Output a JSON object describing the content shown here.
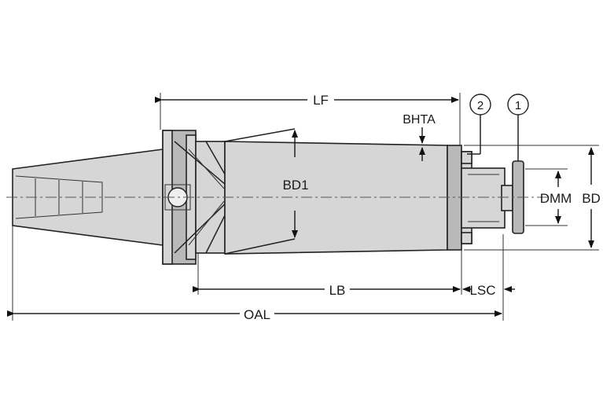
{
  "labels": {
    "lf": "LF",
    "bhta": "BHTA",
    "bd1": "BD1",
    "dmm": "DMM",
    "bd": "BD",
    "lb": "LB",
    "lsc": "LSC",
    "oal": "OAL"
  },
  "callouts": [
    {
      "number": "2"
    },
    {
      "number": "1"
    }
  ]
}
